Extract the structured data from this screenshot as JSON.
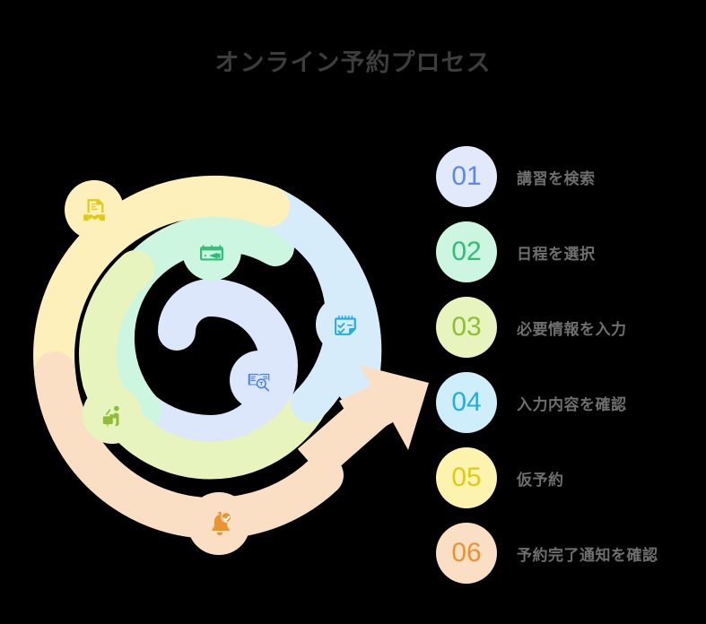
{
  "title": "オンライン予約プロセス",
  "background_color": "#000000",
  "title_color": "#3d3d3d",
  "legend": {
    "items": [
      {
        "number": "01",
        "label": "講習を検索",
        "bg": "#e1e9fb",
        "fg": "#5c89e8"
      },
      {
        "number": "02",
        "label": "日程を選択",
        "bg": "#cdf6e0",
        "fg": "#2fbd78"
      },
      {
        "number": "03",
        "label": "必要情報を入力",
        "bg": "#e8f4bd",
        "fg": "#8cbf35"
      },
      {
        "number": "04",
        "label": "入力内容を確認",
        "bg": "#cfeefb",
        "fg": "#22aee0"
      },
      {
        "number": "05",
        "label": "仮予約",
        "bg": "#fbf3ae",
        "fg": "#e0ca14"
      },
      {
        "number": "06",
        "label": "予約完了通知を確認",
        "bg": "#fbdfc5",
        "fg": "#e8942f"
      }
    ]
  },
  "spiral": {
    "segments": [
      {
        "step": "01",
        "ribbon": "#d7ecfa",
        "icon": "book-search-icon",
        "icon_color": "#5c89e8",
        "icon_bg": "#dde7fb"
      },
      {
        "step": "02",
        "ribbon": "#cdf6e0",
        "icon": "calendar-select-icon",
        "icon_color": "#2fbd78",
        "icon_bg": "#cdf6e0"
      },
      {
        "step": "03",
        "ribbon": "#e8f4bd",
        "icon": "person-laptop-icon",
        "icon_color": "#8cbf35",
        "icon_bg": "#e8f4bd"
      },
      {
        "step": "04",
        "ribbon": "#d7ecfa",
        "icon": "checklist-icon",
        "icon_color": "#22aee0",
        "icon_bg": "#d7ecfa"
      },
      {
        "step": "05",
        "ribbon": "#fdf0bb",
        "icon": "document-handshake-icon",
        "icon_color": "#e0ca14",
        "icon_bg": "#fdf0bb"
      },
      {
        "step": "06",
        "ribbon": "#fbdfc5",
        "icon": "bell-check-icon",
        "icon_color": "#e8942f",
        "icon_bg": "#fbdfc5"
      }
    ],
    "arrow_color": "#fbdfc5"
  },
  "chart_data": {
    "type": "diagram",
    "subtype": "spiral-process",
    "title": "オンライン予約プロセス",
    "direction": "inner-to-outer, clockwise",
    "steps": [
      {
        "n": 1,
        "code": "01",
        "label": "講習を検索",
        "color": "#d7ecfa",
        "accent": "#5c89e8",
        "icon": "book-search"
      },
      {
        "n": 2,
        "code": "02",
        "label": "日程を選択",
        "color": "#cdf6e0",
        "accent": "#2fbd78",
        "icon": "calendar-select"
      },
      {
        "n": 3,
        "code": "03",
        "label": "必要情報を入力",
        "color": "#e8f4bd",
        "accent": "#8cbf35",
        "icon": "person-laptop"
      },
      {
        "n": 4,
        "code": "04",
        "label": "入力内容を確認",
        "color": "#d7ecfa",
        "accent": "#22aee0",
        "icon": "checklist"
      },
      {
        "n": 5,
        "code": "05",
        "label": "仮予約",
        "color": "#fdf0bb",
        "accent": "#e0ca14",
        "icon": "document-handshake"
      },
      {
        "n": 6,
        "code": "06",
        "label": "予約完了通知を確認",
        "color": "#fbdfc5",
        "accent": "#e8942f",
        "icon": "bell-check"
      }
    ]
  }
}
